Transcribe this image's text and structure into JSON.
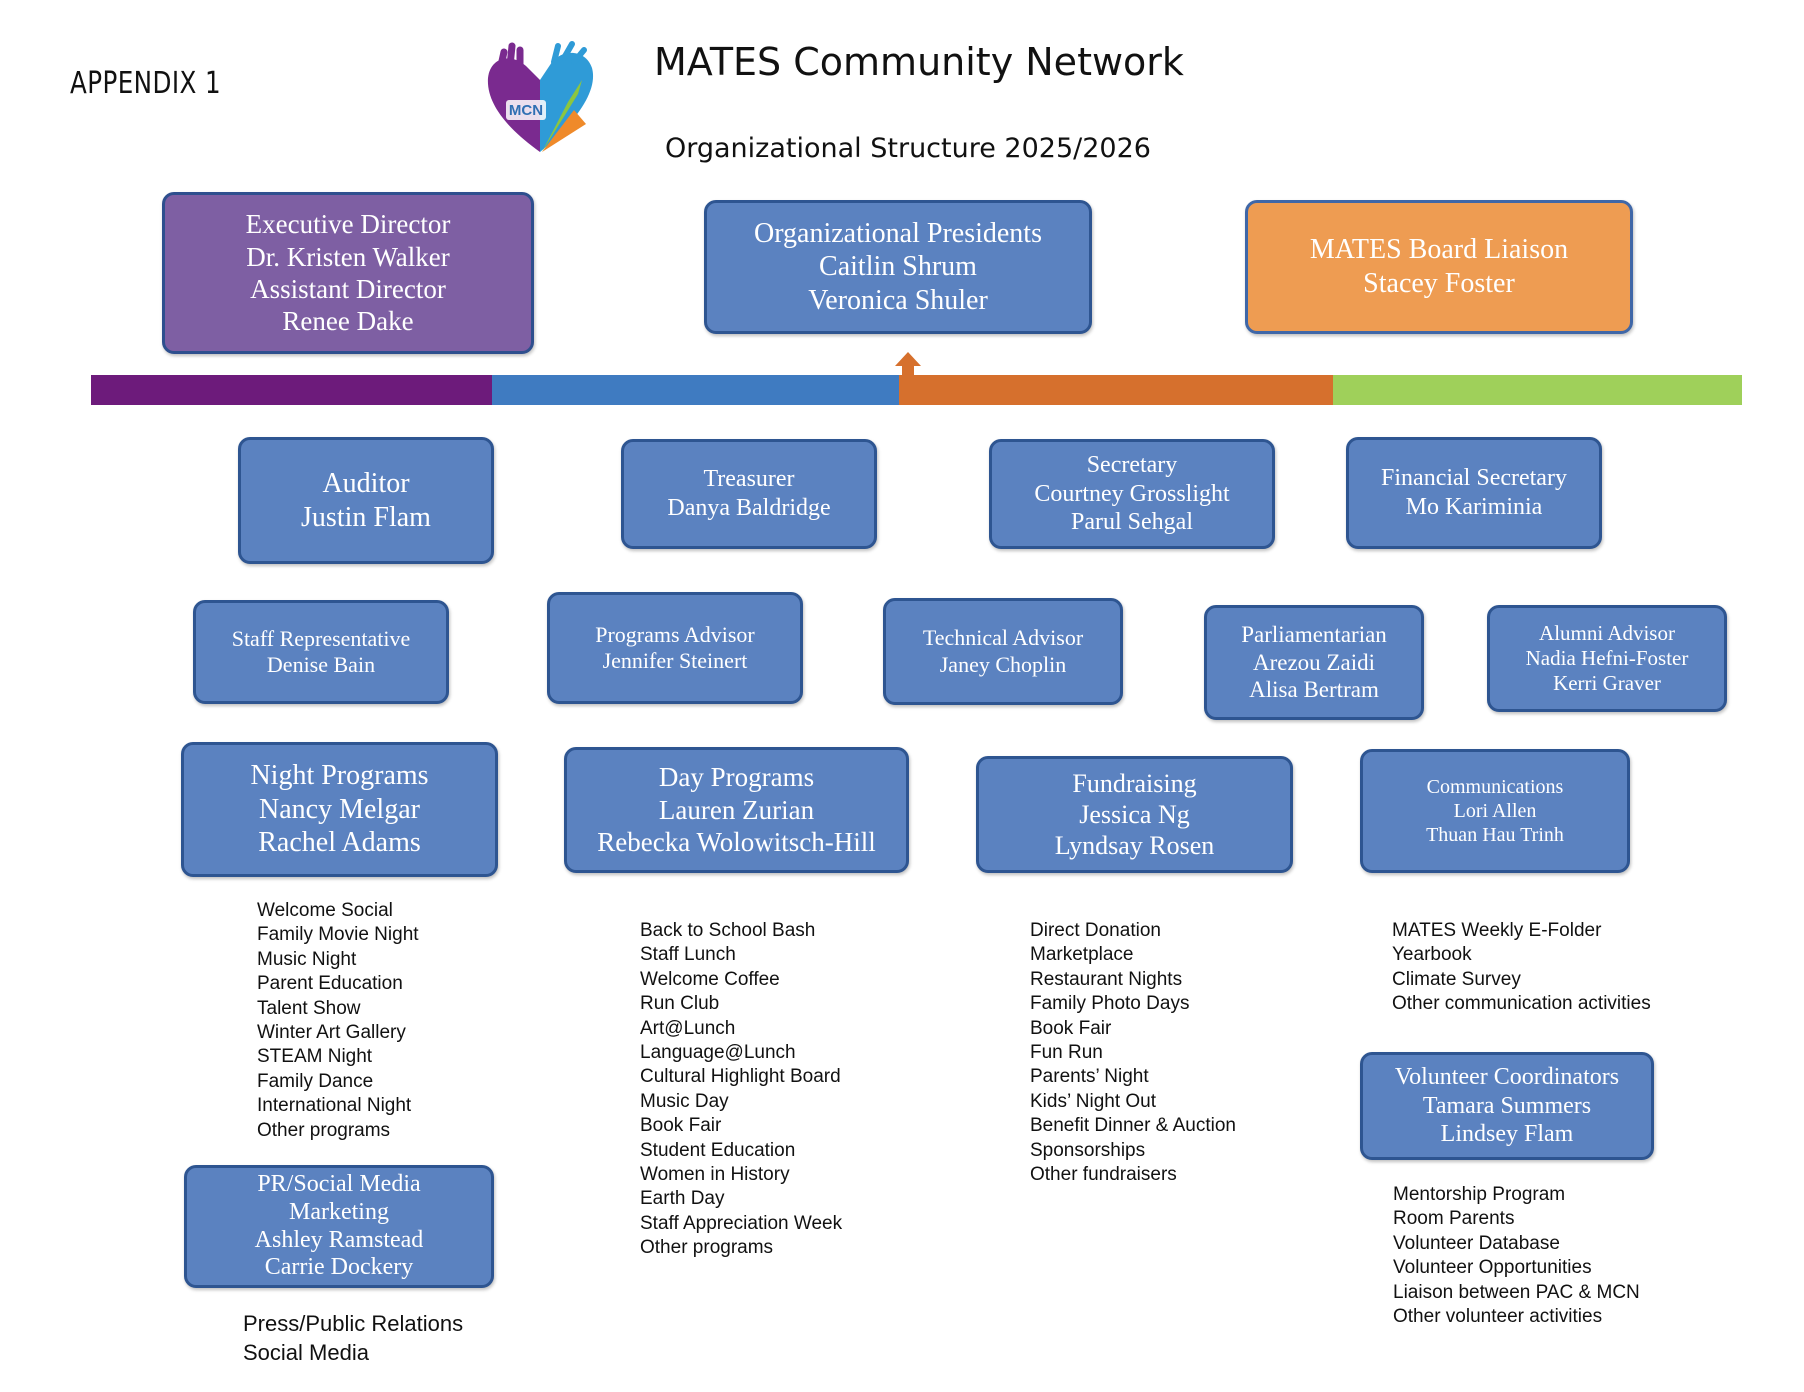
{
  "header": {
    "appendix": "APPENDIX 1",
    "title": "MATES Community Network",
    "subtitle": "Organizational Structure 2025/2026",
    "logo_text": "MCN"
  },
  "colors": {
    "box_fill": "#5b82c0",
    "box_border": "#2e5591",
    "executive_fill": "#7e5fa3",
    "liaison_fill": "#ee9c52",
    "bar_purple": "#6d1b7b",
    "bar_blue": "#3f7bc1",
    "bar_orange": "#d6702d",
    "bar_green": "#9fd05a"
  },
  "top_row": {
    "executive": [
      "Executive Director",
      "Dr. Kristen Walker",
      "Assistant Director",
      "Renee Dake"
    ],
    "presidents": [
      "Organizational Presidents",
      "Caitlin Shrum",
      "Veronica Shuler"
    ],
    "liaison": [
      "MATES Board Liaison",
      "Stacey Foster"
    ]
  },
  "officers": {
    "auditor": [
      "Auditor",
      "Justin Flam"
    ],
    "treasurer": [
      "Treasurer",
      "Danya Baldridge"
    ],
    "secretary": [
      "Secretary",
      "Courtney Grosslight",
      "Parul Sehgal"
    ],
    "financial_secretary": [
      "Financial Secretary",
      "Mo Kariminia"
    ]
  },
  "advisors": {
    "staff_rep": [
      "Staff Representative",
      "Denise Bain"
    ],
    "programs_advisor": [
      "Programs Advisor",
      "Jennifer Steinert"
    ],
    "technical_advisor": [
      "Technical Advisor",
      "Janey Choplin"
    ],
    "parliamentarian": [
      "Parliamentarian",
      "Arezou Zaidi",
      "Alisa Bertram"
    ],
    "alumni_advisor": [
      "Alumni Advisor",
      "Nadia Hefni-Foster",
      "Kerri Graver"
    ]
  },
  "committees": {
    "night_programs": {
      "box": [
        "Night Programs",
        "Nancy Melgar",
        "Rachel Adams"
      ],
      "items": [
        "Welcome Social",
        "Family Movie Night",
        "Music Night",
        "Parent Education",
        "Talent Show",
        "Winter Art Gallery",
        "STEAM Night",
        "Family Dance",
        "International Night",
        "Other programs"
      ]
    },
    "day_programs": {
      "box": [
        "Day Programs",
        "Lauren Zurian",
        "Rebecka Wolowitsch-Hill"
      ],
      "items": [
        "Back to School Bash",
        "Staff Lunch",
        "Welcome Coffee",
        "Run Club",
        "Art@Lunch",
        "Language@Lunch",
        "Cultural Highlight Board",
        "Music Day",
        "Book Fair",
        "Student Education",
        "Women in History",
        "Earth Day",
        "Staff Appreciation Week",
        "Other programs"
      ]
    },
    "fundraising": {
      "box": [
        "Fundraising",
        "Jessica Ng",
        "Lyndsay Rosen"
      ],
      "items": [
        "Direct Donation",
        "Marketplace",
        "Restaurant Nights",
        "Family Photo Days",
        "Book Fair",
        "Fun Run",
        "Parents’ Night",
        "Kids’ Night Out",
        "Benefit Dinner & Auction",
        "Sponsorships",
        "Other fundraisers"
      ]
    },
    "communications": {
      "box": [
        "Communications",
        "Lori Allen",
        "Thuan Hau Trinh"
      ],
      "items": [
        "MATES Weekly E-Folder",
        "Yearbook",
        "Climate Survey",
        "Other communication activities"
      ]
    },
    "pr_social": {
      "box": [
        "PR/Social Media",
        "Marketing",
        "Ashley Ramstead",
        "Carrie Dockery"
      ],
      "items": [
        "Press/Public Relations",
        "Social Media"
      ]
    },
    "volunteer": {
      "box": [
        "Volunteer Coordinators",
        "Tamara Summers",
        "Lindsey Flam"
      ],
      "items": [
        "Mentorship Program",
        "Room Parents",
        "Volunteer Database",
        "Volunteer Opportunities",
        "Liaison between PAC & MCN",
        "Other volunteer activities"
      ]
    }
  }
}
